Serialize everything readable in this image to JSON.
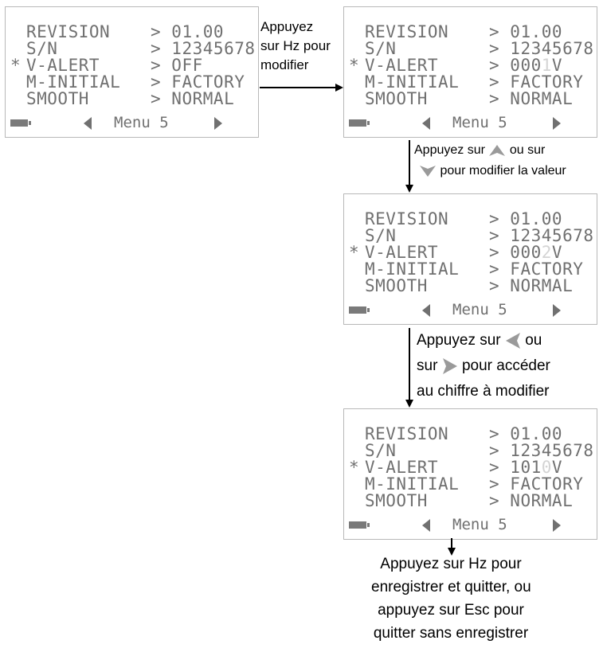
{
  "screens": [
    {
      "rows": [
        {
          "label": "REVISION",
          "value": "01.00",
          "star": ""
        },
        {
          "label": "S/N",
          "value": "12345678",
          "star": ""
        },
        {
          "label": "V-ALERT",
          "value": "OFF",
          "star": "*"
        },
        {
          "label": "M-INITIAL",
          "value": "FACTORY",
          "star": ""
        },
        {
          "label": "SMOOTH",
          "value": "NORMAL",
          "star": ""
        }
      ],
      "menu": "Menu 5"
    },
    {
      "rows": [
        {
          "label": "REVISION",
          "value": "01.00",
          "star": ""
        },
        {
          "label": "S/N",
          "value": "12345678",
          "star": ""
        },
        {
          "label": "V-ALERT",
          "value": "0001V",
          "star": "*",
          "dim_index": 3
        },
        {
          "label": "M-INITIAL",
          "value": "FACTORY",
          "star": ""
        },
        {
          "label": "SMOOTH",
          "value": "NORMAL",
          "star": ""
        }
      ],
      "menu": "Menu 5"
    },
    {
      "rows": [
        {
          "label": "REVISION",
          "value": "01.00",
          "star": ""
        },
        {
          "label": "S/N",
          "value": "12345678",
          "star": ""
        },
        {
          "label": "V-ALERT",
          "value": "0002V",
          "star": "*",
          "dim_index": 3
        },
        {
          "label": "M-INITIAL",
          "value": "FACTORY",
          "star": ""
        },
        {
          "label": "SMOOTH",
          "value": "NORMAL",
          "star": ""
        }
      ],
      "menu": "Menu 5"
    },
    {
      "rows": [
        {
          "label": "REVISION",
          "value": "01.00",
          "star": ""
        },
        {
          "label": "S/N",
          "value": "12345678",
          "star": ""
        },
        {
          "label": "V-ALERT",
          "value": "1010V",
          "star": "*",
          "dim_index": 3
        },
        {
          "label": "M-INITIAL",
          "value": "FACTORY",
          "star": ""
        },
        {
          "label": "SMOOTH",
          "value": "NORMAL",
          "star": ""
        }
      ],
      "menu": "Menu 5"
    }
  ],
  "notes": {
    "step1": [
      "Appuyez",
      "sur Hz pour",
      "modifier"
    ],
    "step2_line1_a": "Appuyez sur",
    "step2_line1_b": "ou sur",
    "step2_line2": "pour modifier la valeur",
    "step3_line1_a": "Appuyez sur",
    "step3_line1_b": "ou",
    "step3_line2_a": "sur",
    "step3_line2_b": "pour accéder",
    "step3_line3": "au chiffre à modifier",
    "step4": [
      "Appuyez sur Hz pour",
      "enregistrer et quitter, ou",
      "appuyez sur Esc pour",
      "quitter sans enregistrer"
    ]
  },
  "icons": {
    "up": "up-arrow-key-icon",
    "down": "down-arrow-key-icon",
    "left": "left-arrow-key-icon",
    "right": "right-arrow-key-icon",
    "battery": "battery-icon"
  },
  "colors": {
    "lcd_text": "#707070",
    "key_icon": "#a0a0a0",
    "dim_digit": "#d4d4d4"
  }
}
